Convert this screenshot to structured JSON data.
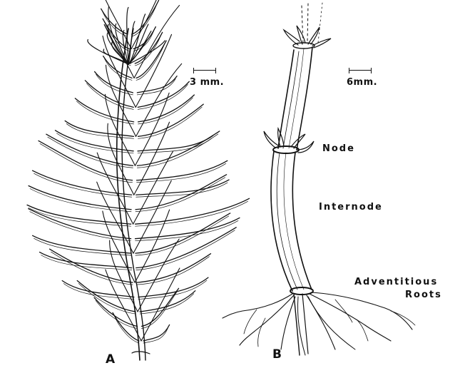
{
  "figure": {
    "panel_a": {
      "letter": "A",
      "scale_label": "3 mm."
    },
    "panel_b": {
      "letter": "B",
      "scale_label": "6mm.",
      "labels": {
        "node": "Node",
        "internode": "Internode",
        "roots_line1": "Adventitious",
        "roots_line2": "Roots"
      }
    }
  },
  "colors": {
    "ink": "#111111",
    "background": "#ffffff"
  }
}
